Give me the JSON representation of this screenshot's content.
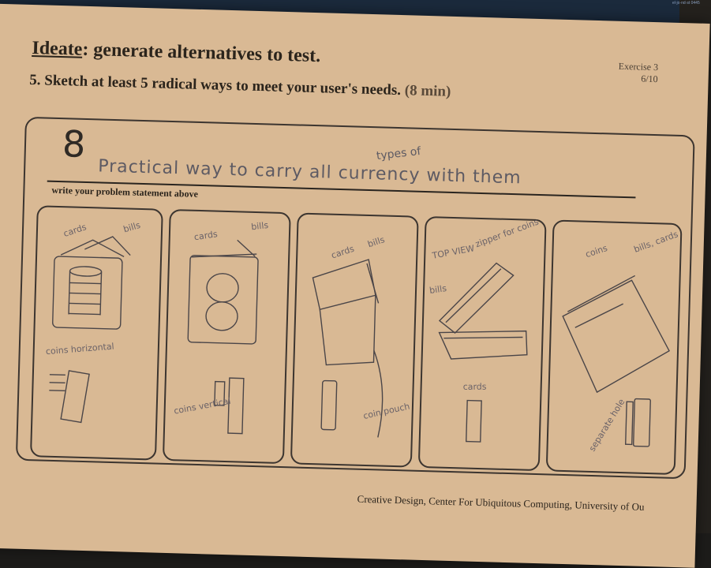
{
  "corner_stamp": "el·jo·nd·st 0445",
  "worksheet": {
    "title_key": "Ideate",
    "title_rest": ": generate alternatives to test.",
    "instruction": "5. Sketch at least 5 radical ways to meet your user's needs.",
    "instruction_time": "(8 min)",
    "exercise": "Exercise 3",
    "page": "6/10",
    "problem_statement_label": "write your problem statement above",
    "footer": "Creative Design, Center For Ubiquitous Computing, University of Ou"
  },
  "handwriting": {
    "number": "8",
    "problem_statement": "Practical way to carry all currency with them",
    "insertion": "types of"
  },
  "sketches": [
    {
      "labels": [
        "cards",
        "bills",
        "coins horizontal"
      ]
    },
    {
      "labels": [
        "cards",
        "bills",
        "coins vertical"
      ]
    },
    {
      "labels": [
        "cards",
        "bills",
        "coin pouch"
      ]
    },
    {
      "labels": [
        "TOP VIEW",
        "zipper for coins",
        "bills",
        "cards"
      ]
    },
    {
      "labels": [
        "coins",
        "bills, cards",
        "separate hole"
      ]
    }
  ]
}
